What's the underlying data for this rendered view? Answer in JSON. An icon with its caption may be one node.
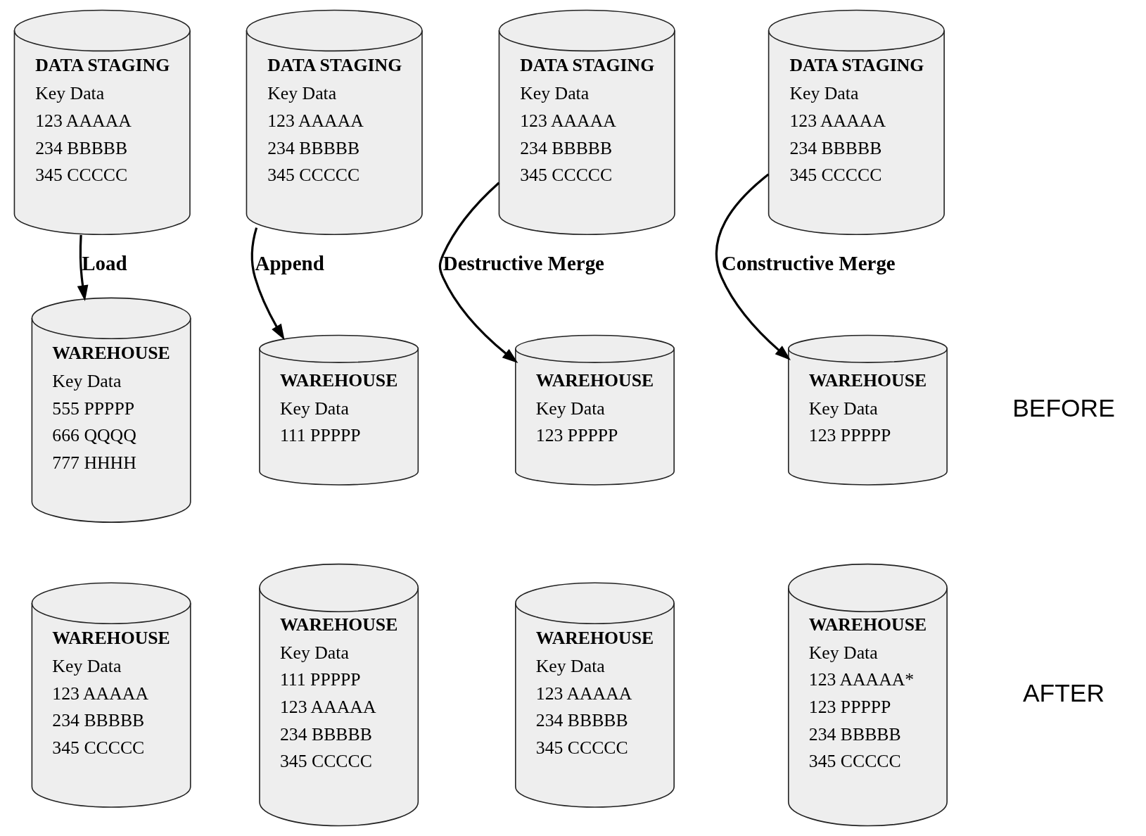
{
  "diagram": {
    "nodes": [
      {
        "text": [
          "DATA STAGING",
          "Key Data",
          "123 AAAAA",
          "234 BBBBB",
          "345 CCCCC"
        ]
      },
      {
        "text": [
          "DATA STAGING",
          "Key Data",
          "123 AAAAA",
          "234 BBBBB",
          "345 CCCCC"
        ]
      },
      {
        "text": [
          "DATA STAGING",
          "Key Data",
          "123 AAAAA",
          "234 BBBBB",
          "345 CCCCC"
        ]
      },
      {
        "text": [
          "DATA STAGING",
          "Key Data",
          "123 AAAAA",
          "234 BBBBB",
          "345 CCCCC"
        ]
      },
      {
        "text": [
          "WAREHOUSE",
          "Key Data",
          "555 PPPPP",
          "666 QQQQ",
          "777 HHHH"
        ]
      },
      {
        "text": [
          "WAREHOUSE",
          "Key Data",
          "111 PPPPP"
        ]
      },
      {
        "text": [
          "WAREHOUSE",
          "Key Data",
          "123 PPPPP"
        ]
      },
      {
        "text": [
          "WAREHOUSE",
          "Key Data",
          "123 PPPPP"
        ]
      },
      {
        "text": [
          "WAREHOUSE",
          "Key Data",
          "123 AAAAA",
          "234 BBBBB",
          "345 CCCCC"
        ]
      },
      {
        "text": [
          "WAREHOUSE",
          "Key Data",
          "111 PPPPP",
          "123 AAAAA",
          "234 BBBBB",
          "345 CCCCC"
        ]
      },
      {
        "text": [
          "WAREHOUSE",
          "Key Data",
          "123 AAAAA",
          "234 BBBBB",
          "345 CCCCC"
        ]
      },
      {
        "text": [
          "WAREHOUSE",
          "Key Data",
          "123 AAAAA*",
          "123 PPPPP",
          "234 BBBBB",
          "345 CCCCC"
        ]
      }
    ],
    "edges": [
      {
        "from": 0,
        "to": 4,
        "arrow": "to",
        "label": "Load"
      },
      {
        "from": 1,
        "to": 5,
        "arrow": "to",
        "label": "Append"
      },
      {
        "from": 2,
        "to": 6,
        "arrow": "to",
        "label": "Destructive Merge"
      },
      {
        "from": 3,
        "to": 7,
        "arrow": "to",
        "label": "Constructive Merge"
      }
    ],
    "labels": [
      "BEFORE",
      "AFTER"
    ]
  }
}
